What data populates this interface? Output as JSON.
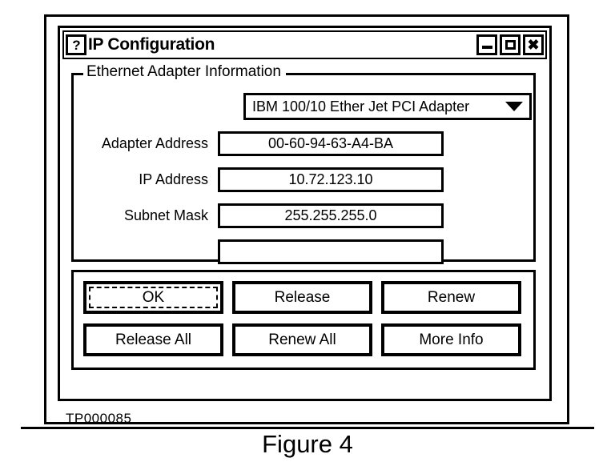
{
  "window": {
    "title": "IP Configuration",
    "sysmenu_icon": "question-help-icon",
    "sysmenu_glyph": "?",
    "buttons": [
      {
        "name": "minimize",
        "label": "minimize-icon",
        "glyph": "—"
      },
      {
        "name": "maximize",
        "label": "maximize-icon",
        "glyph": "□"
      },
      {
        "name": "close",
        "label": "close-icon",
        "glyph": "✖"
      }
    ]
  },
  "adapter_group": {
    "legend": "Ethernet Adapter Information",
    "adapter_select": {
      "value": "IBM 100/10 Ether Jet PCI Adapter",
      "arrow": "chevron-down-icon"
    },
    "fields": [
      {
        "label": "Adapter Address",
        "value": "00-60-94-63-A4-BA"
      },
      {
        "label": "IP Address",
        "value": "10.72.123.10"
      },
      {
        "label": "Subnet Mask",
        "value": "255.255.255.0"
      },
      {
        "label": "",
        "value": ""
      }
    ]
  },
  "button_panel": {
    "buttons": [
      {
        "label": "OK",
        "focused": true
      },
      {
        "label": "Release",
        "focused": false
      },
      {
        "label": "Renew",
        "focused": false
      },
      {
        "label": "Release All",
        "focused": false
      },
      {
        "label": "Renew All",
        "focused": false
      },
      {
        "label": "More Info",
        "focused": false
      }
    ]
  },
  "figure": {
    "tp_number": "TP000085",
    "caption": "Figure 4"
  },
  "colors": {
    "ink": "#000000",
    "paper": "#ffffff"
  }
}
